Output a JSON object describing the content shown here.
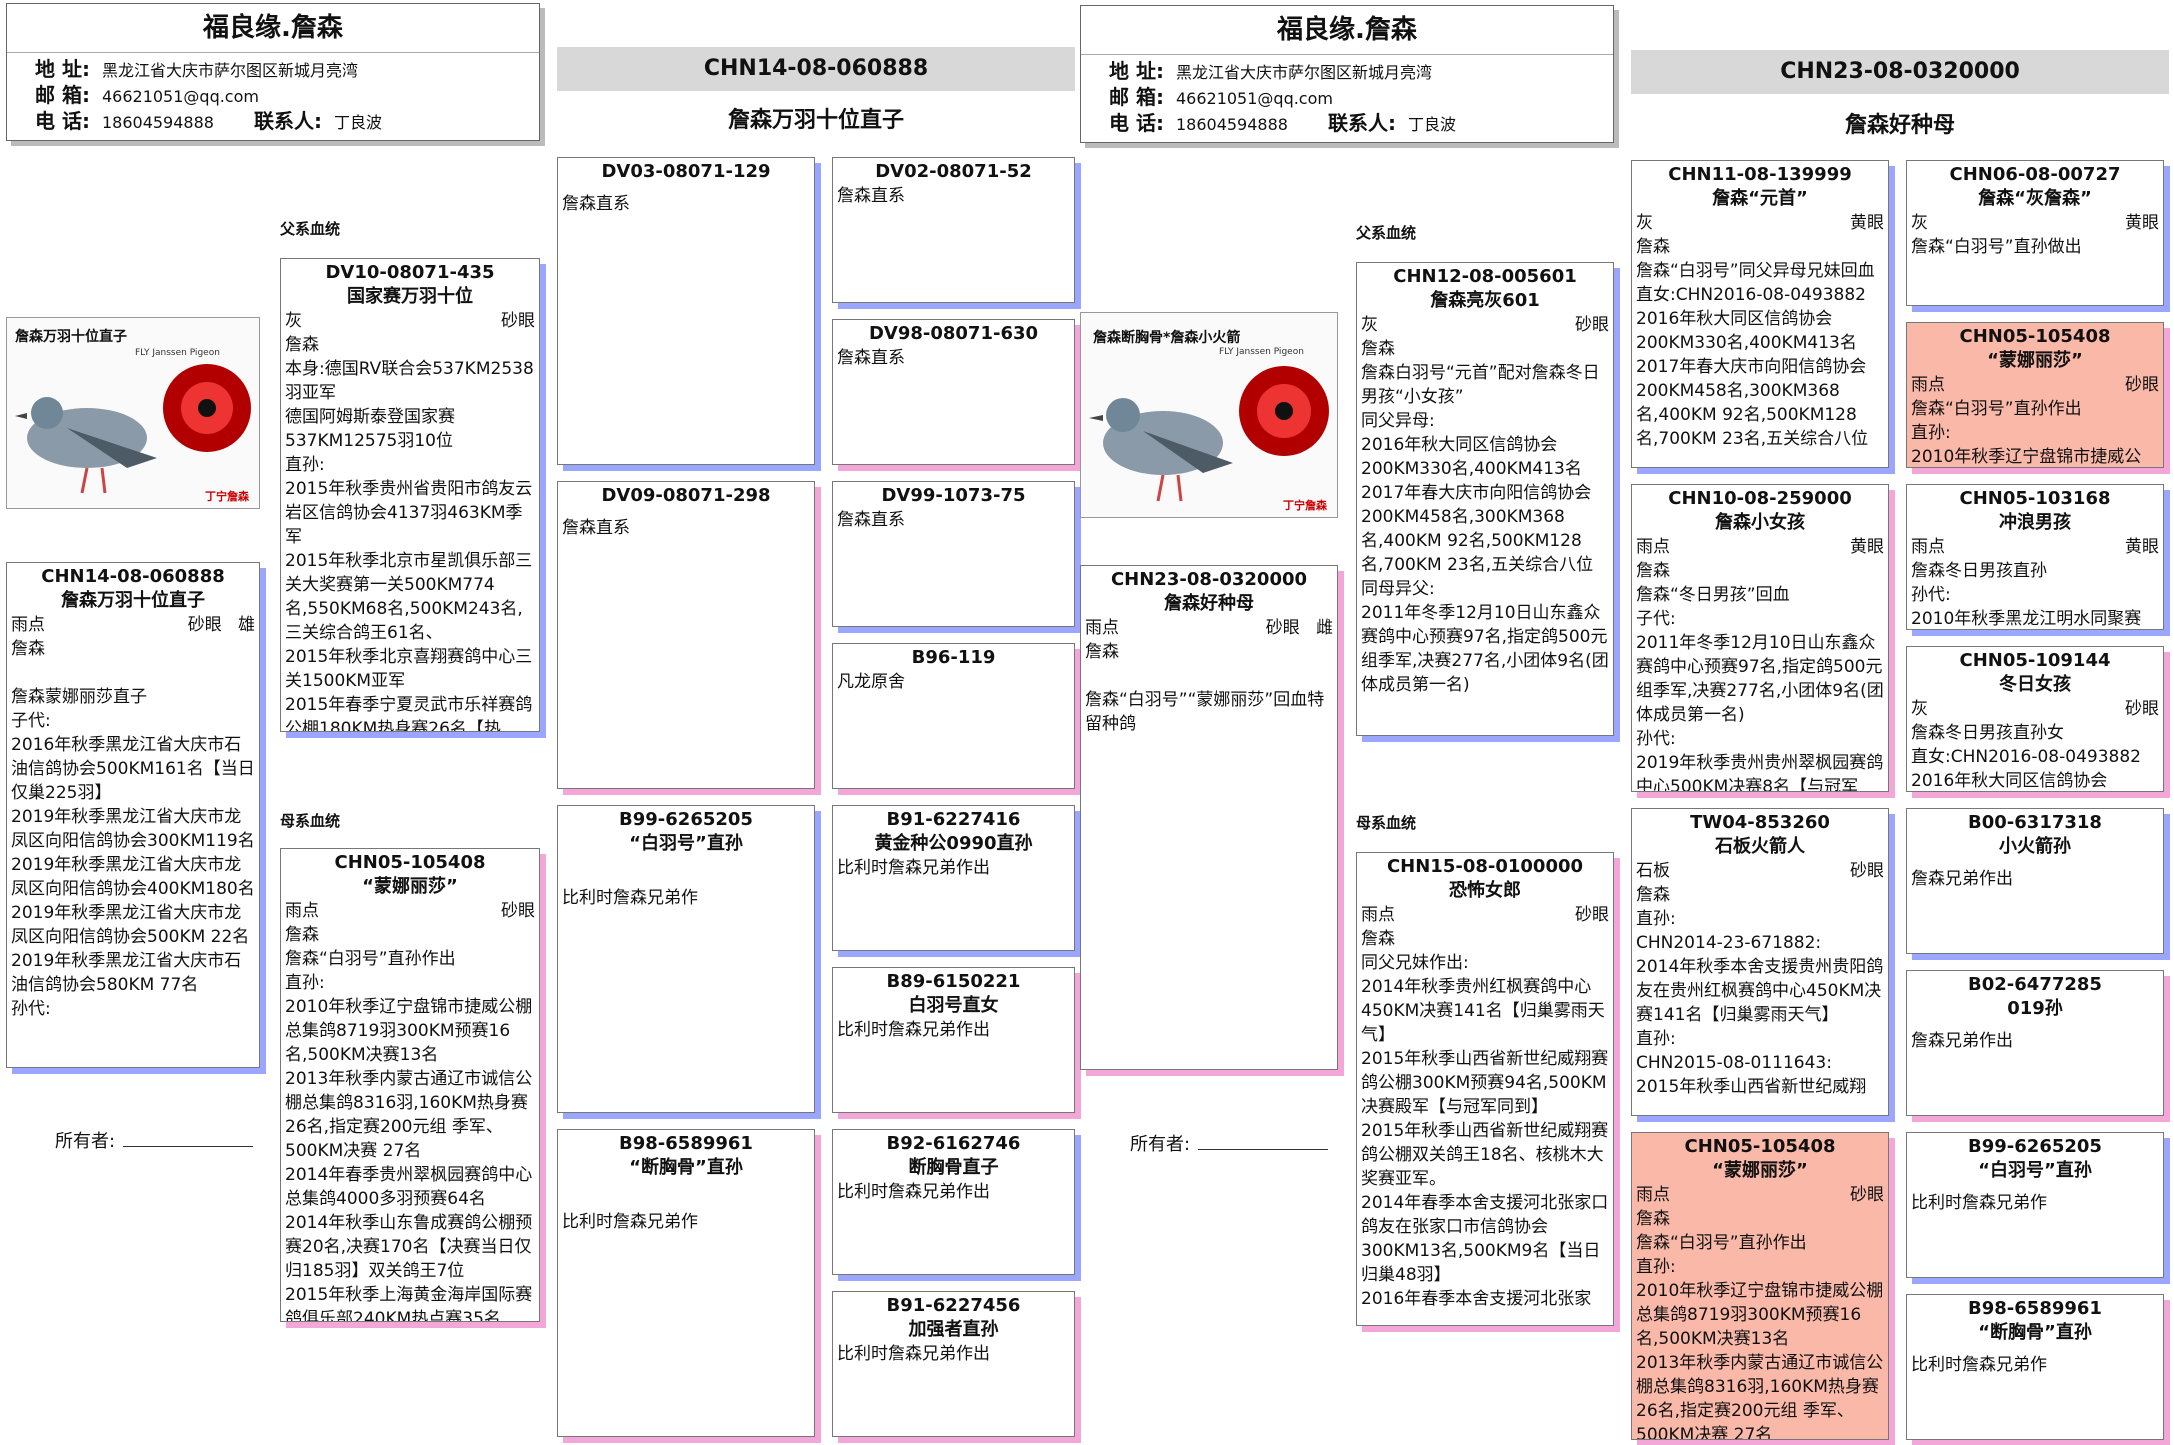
{
  "header": {
    "title": "福良缘.詹森",
    "addr_label": "地 址:",
    "addr": "黑龙江省大庆市萨尔图区新城月亮湾",
    "mail_label": "邮 箱:",
    "mail": "46621051@qq.com",
    "tel_label": "电 话:",
    "tel": "18604594888",
    "contact_label": "联系人:",
    "contact": "丁良波"
  },
  "labels": {
    "father_line": "父系血统",
    "mother_line": "母系血统",
    "owner": "所有者:"
  },
  "photo": {
    "brand": "FLY Janssen Pigeon",
    "logo": "丁宁詹森"
  },
  "left": {
    "bar": "CHN14-08-060888",
    "subtitle": "詹森万羽十位直子",
    "photo_title": "詹森万羽十位直子",
    "subject": {
      "id": "CHN14-08-060888",
      "name": "詹森万羽十位直子",
      "color": "雨点",
      "eye": "砂眼",
      "sex": "雄",
      "text": "詹森\n\n詹森蒙娜丽莎直子\n子代:\n2016年秋季黑龙江省大庆市石油信鸽协会500KM161名【当日仅巢225羽】\n2019年秋季黑龙江省大庆市龙凤区向阳信鸽协会300KM119名\n2019年秋季黑龙江省大庆市龙凤区向阳信鸽协会400KM180名\n2019年秋季黑龙江省大庆市龙凤区向阳信鸽协会500KM 22名\n2019年秋季黑龙江省大庆市石油信鸽协会580KM 77名\n孙代:"
    },
    "sire": {
      "id": "DV10-08071-435",
      "name": "国家赛万羽十位",
      "color": "灰",
      "eye": "砂眼",
      "text": "詹森\n本身:德国RV联合会537KM2538羽亚军\n德国阿姆斯泰登国家赛537KM12575羽10位\n直孙:\n2015年秋季贵州省贵阳市鸽友云岩区信鸽协会4137羽463KM季军\n2015年秋季北京市星凯俱乐部三关大奖赛第一关500KM774名,550KM68名,500KM243名,三关综合鸽王61名、\n2015年秋季北京喜翔赛鸽中心三关1500KM亚军\n2015年春季宁夏灵武市乐祥赛鸽公棚180KM热身赛26名【热"
    },
    "dam": {
      "id": "CHN05-105408",
      "name": "“蒙娜丽莎”",
      "color": "雨点",
      "eye": "砂眼",
      "text": "詹森\n詹森“白羽号”直孙作出\n直孙:\n2010年秋季辽宁盘锦市捷威公棚总集鸽8719羽300KM预赛16名,500KM决赛13名\n2013年秋季内蒙古通辽市诚信公棚总集鸽8316羽,160KM热身赛26名,指定赛200元组 季军、500KM决赛 27名\n2014年春季贵州翠枫园赛鸽中心总集鸽4000多羽预赛64名\n2014年秋季山东鲁成赛鸽公棚预赛20名,决赛170名【决赛当日仅归185羽】双关鸽王7位\n2015年秋季上海黄金海岸国际赛鸽俱乐部240KM热点赛35名"
    },
    "gen3": [
      {
        "id": "DV03-08071-129",
        "name": "",
        "text": "詹森直系"
      },
      {
        "id": "DV09-08071-298",
        "name": "",
        "text": "詹森直系"
      },
      {
        "id": "B99-6265205",
        "name": "“白羽号”直孙",
        "text": "比利时詹森兄弟作"
      },
      {
        "id": "B98-6589961",
        "name": "“断胸骨”直孙",
        "text": "比利时詹森兄弟作"
      }
    ],
    "gen4": [
      {
        "id": "DV02-08071-52",
        "name": "",
        "text": "詹森直系"
      },
      {
        "id": "DV98-08071-630",
        "name": "",
        "text": "詹森直系"
      },
      {
        "id": "DV99-1073-75",
        "name": "",
        "text": "詹森直系"
      },
      {
        "id": "B96-119",
        "name": "",
        "text": "凡龙原舍"
      },
      {
        "id": "B91-6227416",
        "name": "黄金种公0990直孙",
        "text": "比利时詹森兄弟作出"
      },
      {
        "id": "B89-6150221",
        "name": "白羽号直女",
        "text": "比利时詹森兄弟作出"
      },
      {
        "id": "B92-6162746",
        "name": "断胸骨直子",
        "text": "比利时詹森兄弟作出"
      },
      {
        "id": "B91-6227456",
        "name": "加强者直孙",
        "text": "比利时詹森兄弟作出"
      }
    ]
  },
  "right": {
    "bar": "CHN23-08-0320000",
    "subtitle": "詹森好种母",
    "photo_title": "詹森断胸骨*詹森小火箭",
    "subject": {
      "id": "CHN23-08-0320000",
      "name": "詹森好种母",
      "color": "雨点",
      "eye": "砂眼",
      "sex": "雌",
      "text": "詹森\n\n詹森“白羽号”“蒙娜丽莎”回血特留种鸽"
    },
    "sire": {
      "id": "CHN12-08-005601",
      "name": "詹森亮灰601",
      "color": "灰",
      "eye": "砂眼",
      "text": "詹森\n詹森白羽号“元首”配对詹森冬日男孩“小女孩”\n同父异母:\n2016年秋大同区信鸽协会200KM330名,400KM413名\n2017年春大庆市向阳信鸽协会200KM458名,300KM368名,400KM 92名,500KM128名,700KM 23名,五关综合八位\n同母异父:\n2011年冬季12月10日山东鑫众赛鸽中心预赛97名,指定鸽500元组季军,决赛277名,小团体9名(团体成员第一名)"
    },
    "dam": {
      "id": "CHN15-08-0100000",
      "name": "恐怖女郎",
      "color": "雨点",
      "eye": "砂眼",
      "text": "詹森\n同父兄妹作出:\n2014年秋季贵州红枫赛鸽中心450KM决赛141名【归巢雾雨天气】\n2015年秋季山西省新世纪威翔赛鸽公棚300KM预赛94名,500KM决赛殿军【与冠军同到】\n2015年秋季山西省新世纪威翔赛鸽公棚双关鸽王18名、核桃木大奖赛亚军。\n2014年春季本舍支援河北张家口鸽友在张家口市信鸽协会300KM13名,500KM9名【当日归巢48羽】\n2016年春季本舍支援河北张家"
    },
    "gen3": [
      {
        "id": "CHN11-08-139999",
        "name": "詹森“元首”",
        "color": "灰",
        "eye": "黄眼",
        "salmon": false,
        "text": "詹森\n詹森“白羽号”同父异母兄妹回血\n直女:CHN2016-08-0493882\n2016年秋大同区信鸽协会200KM330名,400KM413名\n2017年春大庆市向阳信鸽协会200KM458名,300KM368名,400KM 92名,500KM128名,700KM 23名,五关综合八位"
      },
      {
        "id": "CHN10-08-259000",
        "name": "詹森小女孩",
        "color": "雨点",
        "eye": "黄眼",
        "salmon": false,
        "text": "詹森\n詹森“冬日男孩”回血\n子代:\n2011年冬季12月10日山东鑫众赛鸽中心预赛97名,指定鸽500元组季军,决赛277名,小团体9名(团体成员第一名)\n孙代:\n2019年秋季贵州贵州翠枫园赛鸽中心500KM决赛8名【与冠军"
      },
      {
        "id": "TW04-853260",
        "name": "石板火箭人",
        "color": "石板",
        "eye": "砂眼",
        "salmon": false,
        "text": "詹森\n直孙:\nCHN2014-23-671882:\n2014年秋季本舍支援贵州贵阳鸽友在贵州红枫赛鸽中心450KM决赛141名【归巢雾雨天气】\n直孙:\nCHN2015-08-0111643:\n2015年秋季山西省新世纪威翔"
      },
      {
        "id": "CHN05-105408",
        "name": "“蒙娜丽莎”",
        "color": "雨点",
        "eye": "砂眼",
        "salmon": true,
        "text": "詹森\n詹森“白羽号”直孙作出\n直孙:\n2010年秋季辽宁盘锦市捷威公棚总集鸽8719羽300KM预赛16名,500KM决赛13名\n2013年秋季内蒙古通辽市诚信公棚总集鸽8316羽,160KM热身赛26名,指定赛200元组 季军、500KM决赛 27名"
      }
    ],
    "gen4": [
      {
        "id": "CHN06-08-00727",
        "name": "詹森“灰詹森”",
        "color": "灰",
        "eye": "黄眼",
        "salmon": false,
        "text": "詹森“白羽号”直孙做出"
      },
      {
        "id": "CHN05-105408",
        "name": "“蒙娜丽莎”",
        "color": "雨点",
        "eye": "砂眼",
        "salmon": true,
        "text": "詹森“白羽号”直孙作出\n直孙:\n2010年秋季辽宁盘锦市捷威公"
      },
      {
        "id": "CHN05-103168",
        "name": "冲浪男孩",
        "color": "雨点",
        "eye": "黄眼",
        "salmon": false,
        "text": "詹森冬日男孩直孙\n孙代:\n2010年秋季黑龙江明水同聚赛"
      },
      {
        "id": "CHN05-109144",
        "name": "冬日女孩",
        "color": "灰",
        "eye": "砂眼",
        "salmon": false,
        "text": "詹森冬日男孩直孙女\n直女:CHN2016-08-0493882\n2016年秋大同区信鸽协会"
      },
      {
        "id": "B00-6317318",
        "name": "小火箭孙",
        "color": "",
        "eye": "",
        "salmon": false,
        "text": "詹森兄弟作出"
      },
      {
        "id": "B02-6477285",
        "name": "019孙",
        "color": "",
        "eye": "",
        "salmon": false,
        "text": "詹森兄弟作出"
      },
      {
        "id": "B99-6265205",
        "name": "“白羽号”直孙",
        "color": "",
        "eye": "",
        "salmon": false,
        "text": "比利时詹森兄弟作"
      },
      {
        "id": "B98-6589961",
        "name": "“断胸骨”直孙",
        "color": "",
        "eye": "",
        "salmon": false,
        "text": "比利时詹森兄弟作"
      }
    ]
  },
  "colors": {
    "shadow_blue": "#9aa6ff",
    "shadow_pink": "#f3a6d8",
    "salmon": "#f9b8a8",
    "bar_gray": "#d8d8d8"
  }
}
